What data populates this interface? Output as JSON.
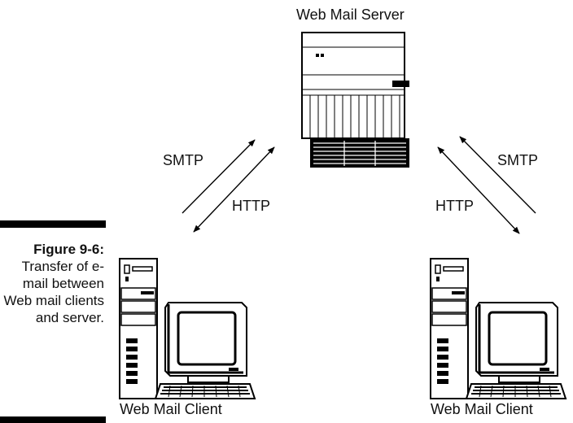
{
  "figure": {
    "number": "Figure 9-6:",
    "caption": "Transfer of e-mail between Web mail clients and server."
  },
  "server": {
    "label": "Web Mail Server"
  },
  "links": {
    "left_smtp": "SMTP",
    "left_http": "HTTP",
    "right_http": "HTTP",
    "right_smtp": "SMTP"
  },
  "clients": [
    {
      "label": "Web Mail Client"
    },
    {
      "label": "Web Mail Client"
    }
  ]
}
